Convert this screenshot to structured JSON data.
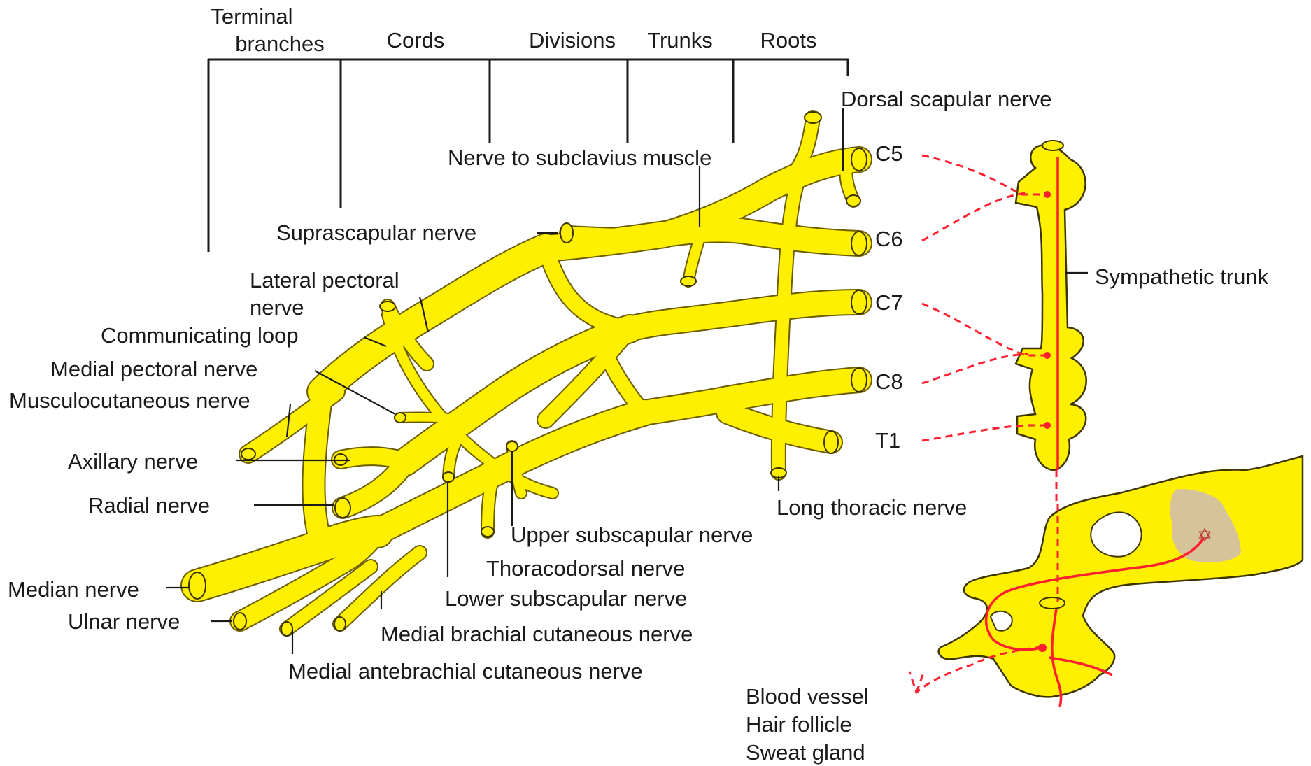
{
  "header_labels": {
    "terminal_branches_line1": "Terminal",
    "terminal_branches_line2": "branches",
    "cords": "Cords",
    "divisions": "Divisions",
    "trunks": "Trunks",
    "roots": "Roots"
  },
  "root_labels": {
    "c5": "C5",
    "c6": "C6",
    "c7": "C7",
    "c8": "C8",
    "t1": "T1"
  },
  "nerve_labels": {
    "dorsal_scapular": "Dorsal scapular nerve",
    "subclavius": "Nerve to subclavius muscle",
    "suprascapular": "Suprascapular nerve",
    "lateral_pectoral_line1": "Lateral pectoral",
    "lateral_pectoral_line2": "nerve",
    "communicating_loop": "Communicating loop",
    "medial_pectoral": "Medial pectoral nerve",
    "musculocutaneous": "Musculocutaneous nerve",
    "axillary": "Axillary nerve",
    "radial": "Radial nerve",
    "median": "Median nerve",
    "ulnar": "Ulnar nerve",
    "upper_subscapular": "Upper subscapular nerve",
    "thoracodorsal": "Thoracodorsal nerve",
    "lower_subscapular": "Lower subscapular nerve",
    "medial_brachial_cutaneous": "Medial brachial cutaneous nerve",
    "medial_antebrachial_cutaneous": "Medial antebrachial cutaneous nerve",
    "long_thoracic": "Long thoracic nerve",
    "sympathetic_trunk": "Sympathetic trunk"
  },
  "target_labels": {
    "blood_vessel": "Blood vessel",
    "hair_follicle": "Hair follicle",
    "sweat_gland": "Sweat gland"
  },
  "colors": {
    "nerve": "#ffef00",
    "sympathetic_fiber": "#ff1f2e",
    "gray_matter": "#d7c39a",
    "label_text": "#1a1a1a"
  }
}
